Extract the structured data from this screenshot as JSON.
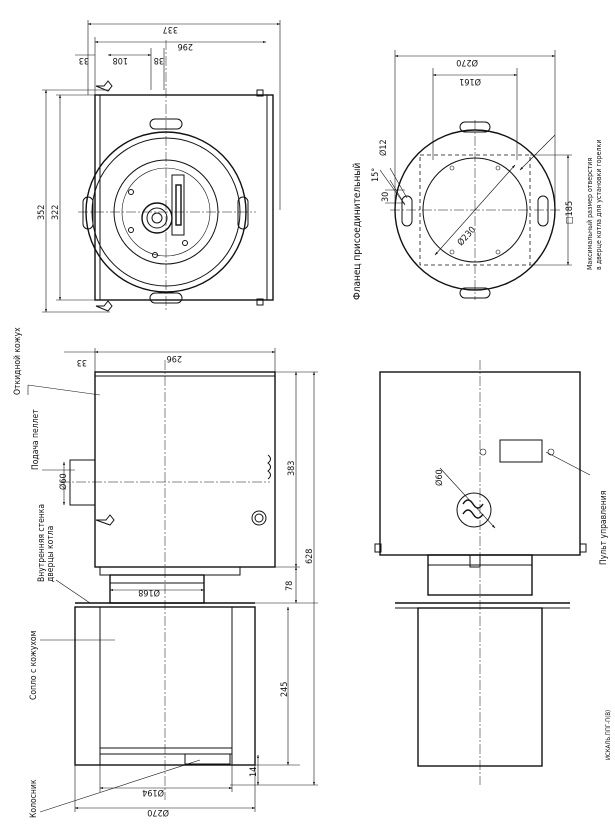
{
  "dims": {
    "d337": "337",
    "d296": "296",
    "d108": "108",
    "d38": "38",
    "d33": "33",
    "d352": "352",
    "d322": "322",
    "d296b": "296",
    "d33b": "33",
    "dia60": "Ø60",
    "dia168": "Ø168",
    "d78": "78",
    "d383": "383",
    "d628": "628",
    "d245": "245",
    "d14": "14",
    "dia194": "Ø194",
    "dia270a": "Ø270",
    "dia270": "Ø270",
    "dia161": "Ø161",
    "dia12": "Ø12",
    "ang15": "15°",
    "d30": "30",
    "dia230": "Ø230",
    "sq185": "□185",
    "dia60b": "Ø60"
  },
  "labels": {
    "flange_title": "Фланец присоединительный",
    "hole_note_1": "Максимальный размер отверстия",
    "hole_note_2": "в дверце котла для установки горелки",
    "hinged_casing": "Откидной кожух",
    "pellet_feed": "Подача пеллет",
    "inner_wall_1": "Внутренняя стенка",
    "inner_wall_2": "дверцы котла",
    "nozzle_casing": "Сопло с кожухом",
    "grate": "Колосник",
    "control_panel": "Пульт управления",
    "footer_code": "ИСКАЛЬ.ППГ-П(В)"
  }
}
